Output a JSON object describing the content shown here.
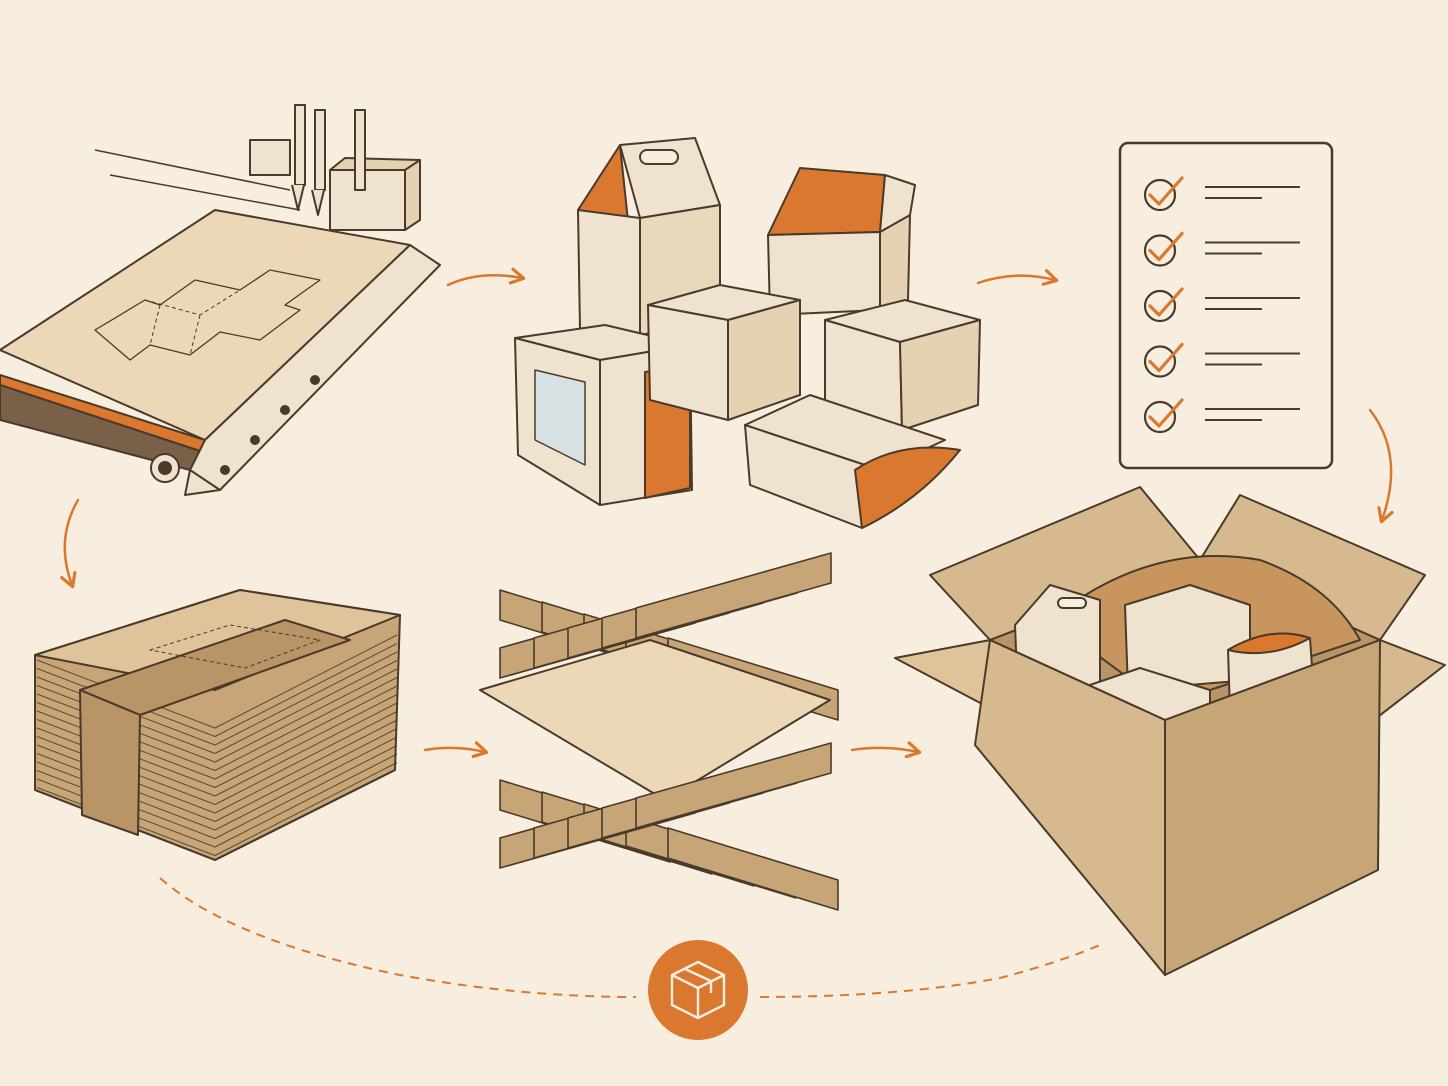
{
  "colors": {
    "background": "#f7eedf",
    "ink": "#4a3a2a",
    "accent": "#d9782e",
    "cardboard": "#d7b98f",
    "cardboard_dark": "#b99466",
    "paper": "#efe3cf"
  },
  "steps": [
    {
      "id": "cut",
      "icon": "cnc-cutter-icon"
    },
    {
      "id": "boxes",
      "icon": "box-assortment-icon"
    },
    {
      "id": "checklist",
      "icon": "checklist-icon"
    },
    {
      "id": "packed",
      "icon": "packed-shipping-box-icon"
    },
    {
      "id": "dividers",
      "icon": "grid-divider-insert-icon"
    },
    {
      "id": "flat-stack",
      "icon": "flat-box-stack-icon"
    }
  ],
  "checklist_items": 5,
  "center_badge": {
    "icon": "package-icon"
  }
}
